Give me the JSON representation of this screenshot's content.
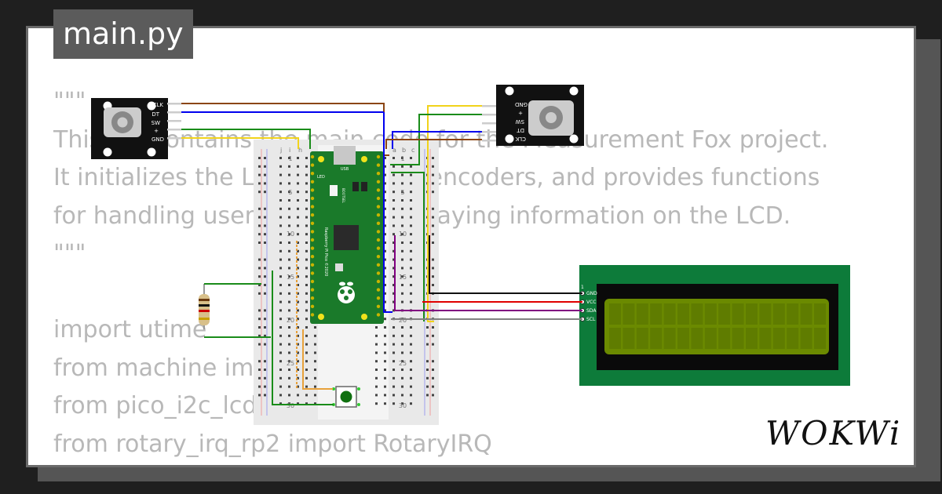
{
  "tab": {
    "filename": "main.py"
  },
  "code_lines": [
    "\"\"\"",
    "This file contains the main code for the Measurement Fox project.",
    "It initializes the LCD, the rotary encoders, and provides functions",
    "for handling user input and displaying information on the LCD.",
    "\"\"\"",
    "",
    "import utime",
    "from machine import Pin, I2C",
    "from pico_i2c_lcd import I2cLcd",
    "from rotary_irq_rp2 import RotaryIRQ"
  ],
  "encoder_left": {
    "pins": [
      "CLK",
      "DT",
      "SW",
      "+",
      "GND"
    ]
  },
  "encoder_right": {
    "pins": [
      "GND",
      "+",
      "SW",
      "DT",
      "CLK"
    ]
  },
  "lcd": {
    "pins": [
      "GND",
      "VCC",
      "SDA",
      "SCL"
    ],
    "pin1_marker": "1"
  },
  "breadboard": {
    "rows": [
      "1",
      "5",
      "10",
      "15",
      "20",
      "25",
      "30"
    ],
    "cols_left": [
      "j",
      "i",
      "h"
    ],
    "cols_right": [
      "a",
      "b",
      "c"
    ]
  },
  "pico": {
    "usb_label": "USB",
    "led_label": "LED",
    "silk_label": "Raspberry Pi Pico ©2020",
    "bootsel_label": "BOOTSEL"
  },
  "brand": {
    "logo": "WOKWi"
  },
  "wire_colors": {
    "brown": "#8b4513",
    "blue": "#0000ee",
    "green": "#1a8c1a",
    "yellow": "#f1d31b",
    "black": "#111111",
    "red": "#e00000",
    "purple": "#800080",
    "gray": "#808080"
  }
}
